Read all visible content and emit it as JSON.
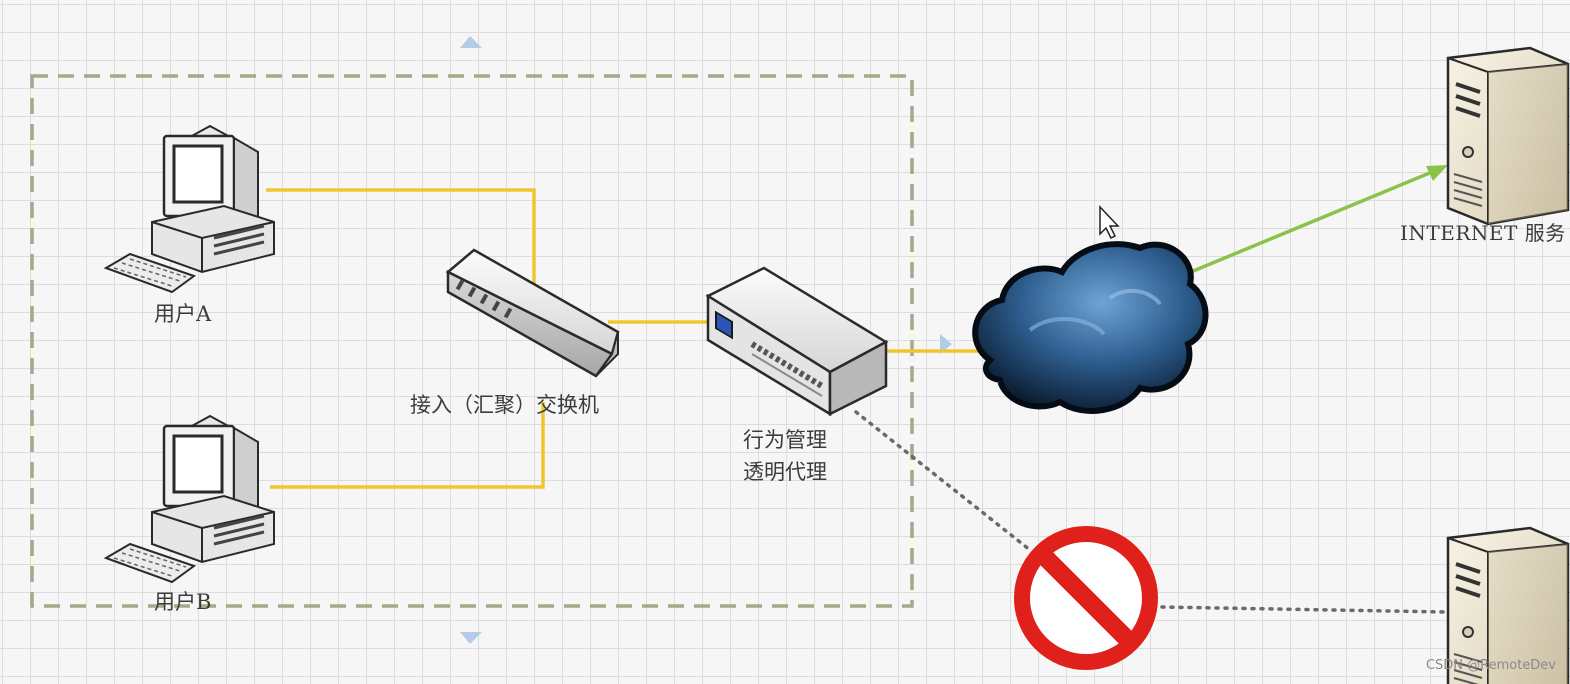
{
  "labels": {
    "user_a": "用户A",
    "user_b": "用户B",
    "switch": "接入（汇聚）交换机",
    "proxy_line1": "行为管理",
    "proxy_line2": "透明代理",
    "internet_server": "INTERNET 服务"
  },
  "watermark": "CSDN @RemoteDev",
  "colors": {
    "network_link": "#f0c62e",
    "allowed_link": "#8bc34a",
    "blocked_link": "#6a6a6a",
    "boundary": "#a8a888",
    "block_sign": "#e0201b",
    "cloud": "#3b6e9e",
    "grid": "#dcdcdc"
  },
  "icons": [
    "computer-icon",
    "switch-icon",
    "proxy-appliance-icon",
    "internet-cloud-icon",
    "server-icon",
    "no-entry-icon",
    "mouse-cursor-icon"
  ]
}
